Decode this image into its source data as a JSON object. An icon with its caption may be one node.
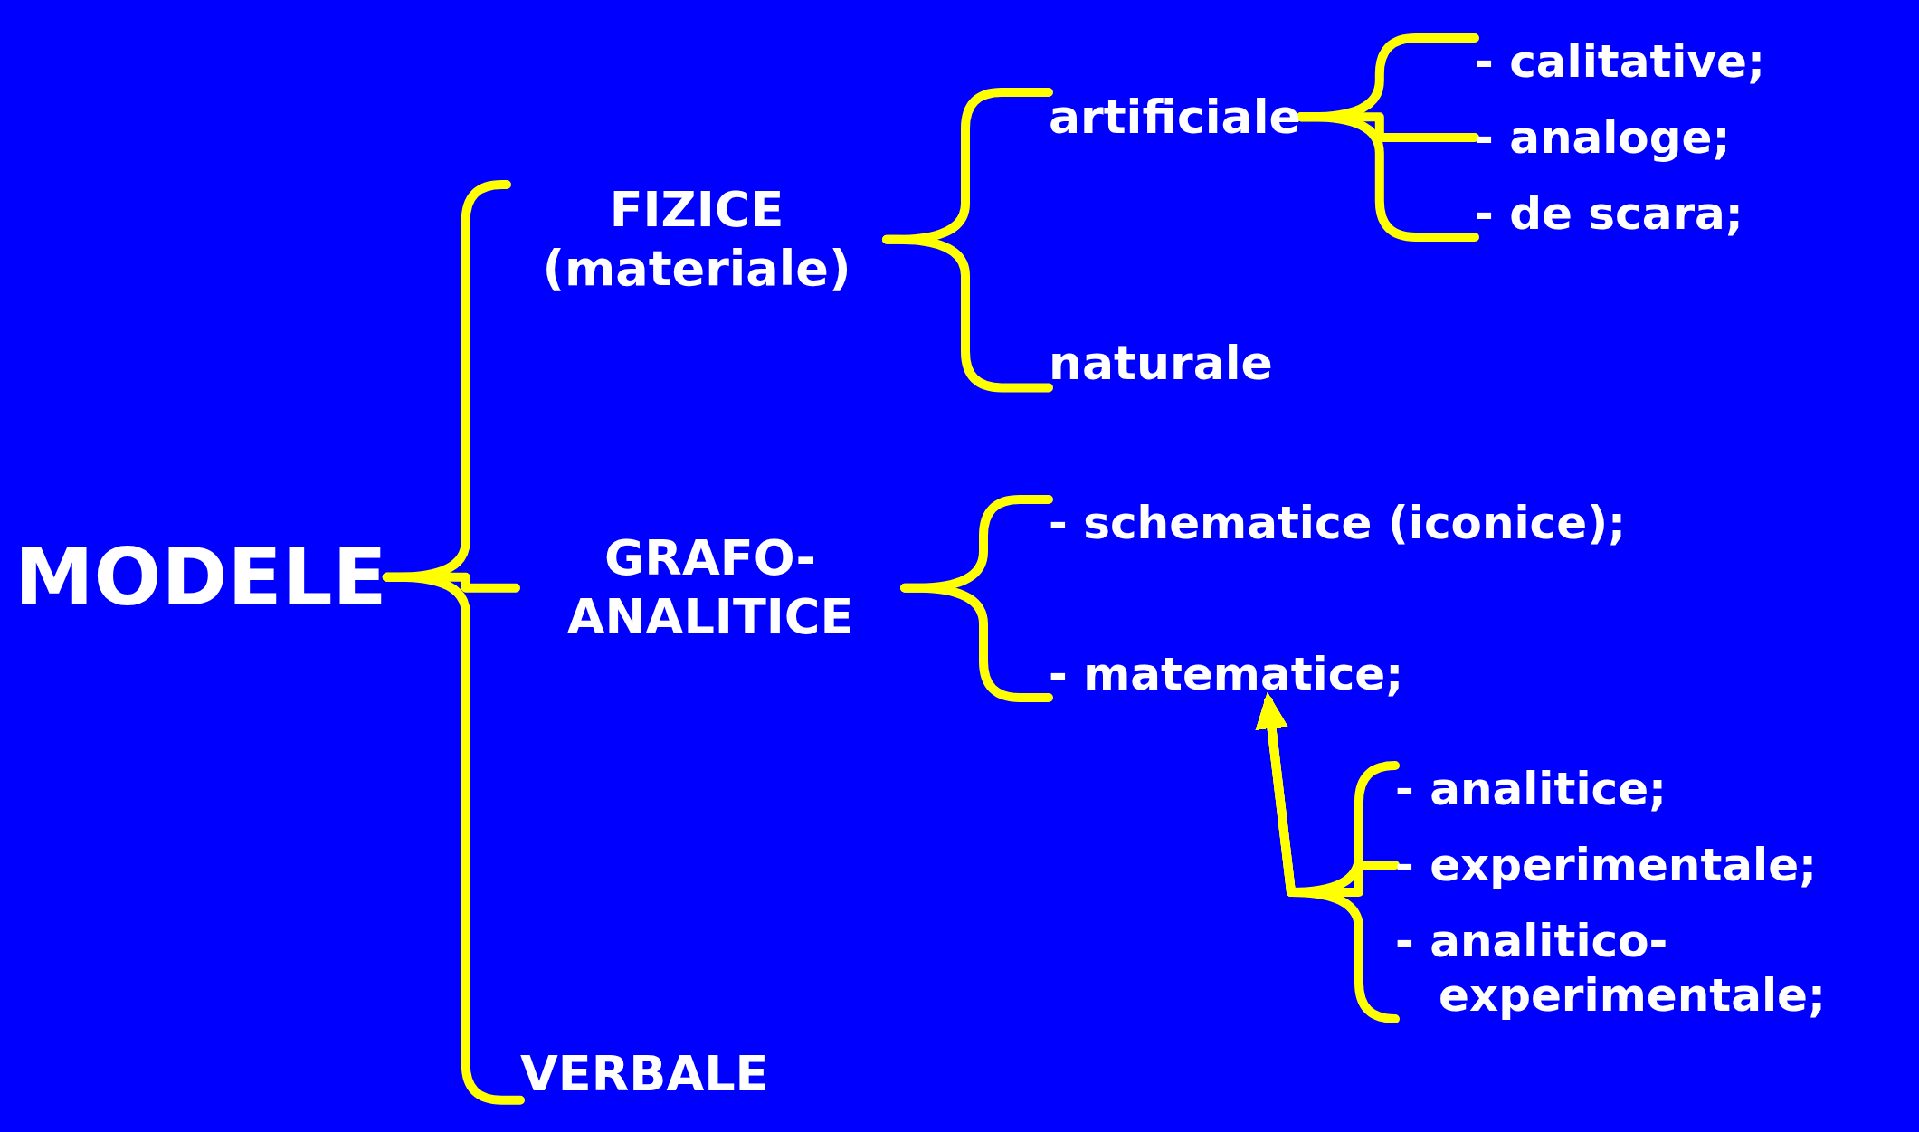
{
  "diagram": {
    "nodes": [
      {
        "text": [
          "MODELE"
        ]
      },
      {
        "text": [
          "FIZICE (materiale)"
        ]
      },
      {
        "text": [
          "GRAFO- ANALITICE"
        ]
      },
      {
        "text": [
          "VERBALE"
        ]
      },
      {
        "text": [
          "artificiale"
        ]
      },
      {
        "text": [
          "naturale"
        ]
      },
      {
        "text": [
          "- calitative;"
        ]
      },
      {
        "text": [
          "- analoge;"
        ]
      },
      {
        "text": [
          "- de scara;"
        ]
      },
      {
        "text": [
          "- schematice (iconice);"
        ]
      },
      {
        "text": [
          "- matematice;"
        ]
      },
      {
        "text": [
          "- analitice;"
        ]
      },
      {
        "text": [
          "- experimentale;"
        ]
      },
      {
        "text": [
          "- analitico- experimentale;"
        ]
      }
    ],
    "edges": [
      {
        "from": 0,
        "to": 1,
        "arrow": "none"
      },
      {
        "from": 0,
        "to": 2,
        "arrow": "none"
      },
      {
        "from": 0,
        "to": 3,
        "arrow": "none"
      },
      {
        "from": 1,
        "to": 4,
        "arrow": "none"
      },
      {
        "from": 1,
        "to": 5,
        "arrow": "none"
      },
      {
        "from": 4,
        "to": 6,
        "arrow": "none"
      },
      {
        "from": 4,
        "to": 7,
        "arrow": "none"
      },
      {
        "from": 4,
        "to": 8,
        "arrow": "none"
      },
      {
        "from": 2,
        "to": 9,
        "arrow": "none"
      },
      {
        "from": 2,
        "to": 10,
        "arrow": "none"
      },
      {
        "from": 11,
        "to": 10,
        "arrow": "to"
      },
      {
        "from": 12,
        "to": 10,
        "arrow": "to"
      },
      {
        "from": 13,
        "to": 10,
        "arrow": "to"
      }
    ]
  }
}
